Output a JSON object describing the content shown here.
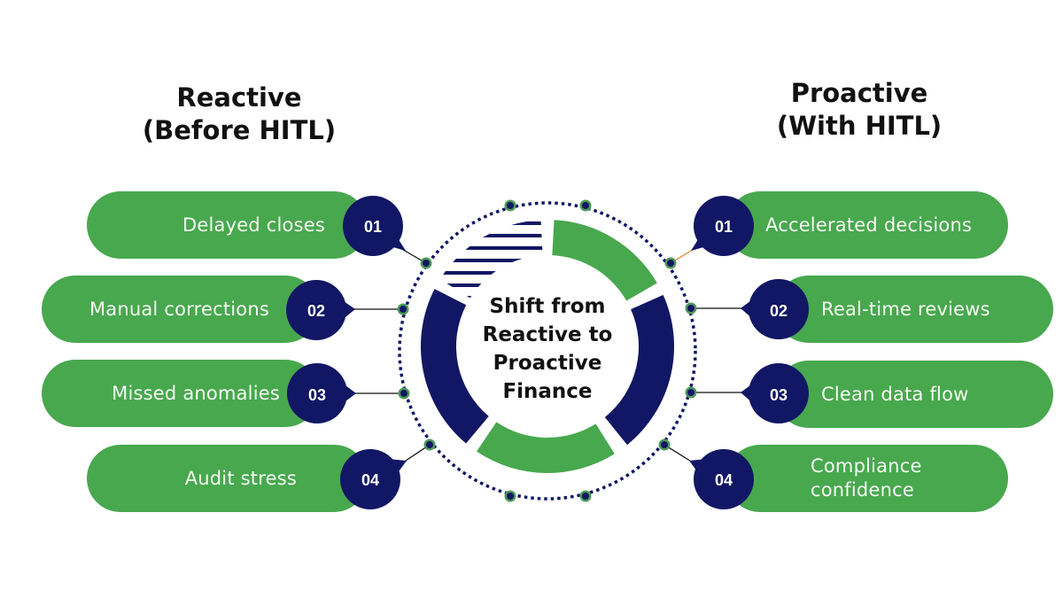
{
  "colors": {
    "green": "#48a84e",
    "navy": "#111764",
    "text_dark": "#111111",
    "pill_text": "#f4fbf2",
    "connector_orange": "#d98a3a"
  },
  "left": {
    "heading": [
      "Reactive",
      "(Before HITL)"
    ],
    "items": [
      {
        "number": "01",
        "label": [
          "Delayed closes"
        ]
      },
      {
        "number": "02",
        "label": [
          "Manual corrections"
        ]
      },
      {
        "number": "03",
        "label": [
          "Missed anomalies"
        ]
      },
      {
        "number": "04",
        "label": [
          "Audit stress"
        ]
      }
    ]
  },
  "right": {
    "heading": [
      "Proactive",
      "(With HITL)"
    ],
    "items": [
      {
        "number": "01",
        "label": [
          "Accelerated decisions"
        ]
      },
      {
        "number": "02",
        "label": [
          "Real-time reviews"
        ]
      },
      {
        "number": "03",
        "label": [
          "Clean data flow"
        ]
      },
      {
        "number": "04",
        "label": [
          "Compliance",
          "confidence"
        ]
      }
    ]
  },
  "center": {
    "title": [
      "Shift from",
      "Reactive to",
      "Proactive",
      "Finance"
    ],
    "segments": [
      {
        "name": "top-green",
        "style": "green"
      },
      {
        "name": "right-navy",
        "style": "navy"
      },
      {
        "name": "bottom-green",
        "style": "green"
      },
      {
        "name": "left-navy",
        "style": "navy"
      },
      {
        "name": "top-left-striped",
        "style": "striped"
      }
    ]
  }
}
